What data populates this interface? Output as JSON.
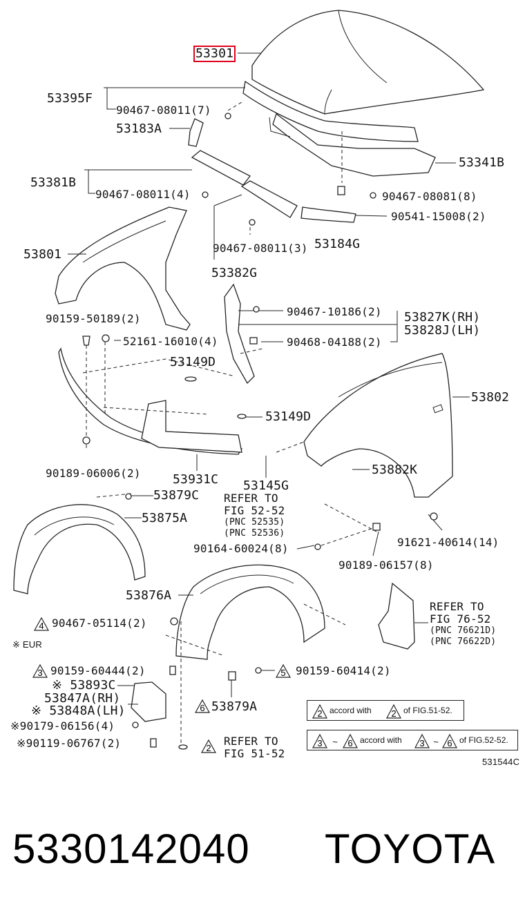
{
  "diagram_code": "531544C",
  "footer": {
    "part_number": "5330142040",
    "brand": "TOYOTA"
  },
  "note_eur": "※ EUR",
  "labels": {
    "p53301": "53301",
    "p53395F": "53395F",
    "p90467_08011_7": "90467-08011(7)",
    "p53183A": "53183A",
    "p53341B": "53341B",
    "p53381B": "53381B",
    "p90467_08011_4": "90467-08011(4)",
    "p90467_08081_8": "90467-08081(8)",
    "p90541_15008_2": "90541-15008(2)",
    "p53801": "53801",
    "p90467_08011_3": "90467-08011(3)",
    "p53184G": "53184G",
    "p53382G": "53382G",
    "p90467_10186_2": "90467-10186(2)",
    "p53827K": "53827K(RH)",
    "p53828J": "53828J(LH)",
    "p90468_04188_2": "90468-04188(2)",
    "p90159_50189_2": "90159-50189(2)",
    "p52161_16010_4": "52161-16010(4)",
    "p53149D_a": "53149D",
    "p53802": "53802",
    "p53149D_b": "53149D",
    "p90189_06006_2": "90189-06006(2)",
    "p53931C": "53931C",
    "p53145G": "53145G",
    "p53882K": "53882K",
    "p53879C": "53879C",
    "p53875A": "53875A",
    "refer_52_52": "REFER TO\nFIG 52-52",
    "pnc_52535": "(PNC 52535)",
    "pnc_52536": "(PNC 52536)",
    "p90164_60024_8": "90164-60024(8)",
    "p91621_40614_14": "91621-40614(14)",
    "p90189_06157_8": "90189-06157(8)",
    "p53876A": "53876A",
    "refer_76_52": "REFER TO\nFIG 76-52",
    "pnc_76621D": "(PNC 76621D)",
    "pnc_76622D": "(PNC 76622D)",
    "p90467_05114_2": "90467-05114(2)",
    "p90159_60444_2": "90159-60444(2)",
    "p90159_60414_2": "90159-60414(2)",
    "p53893C": "※ 53893C",
    "p53847A": "53847A(RH)",
    "p53848A": "※ 53848A(LH)",
    "p53879A": "53879A",
    "p90179_06156_4": "※90179-06156(4)",
    "p90119_06767_2": "※90119-06767(2)",
    "refer_51_52": "REFER TO\nFIG 51-52"
  },
  "triangle_marks": {
    "t4": "4",
    "t3": "3",
    "t6": "6",
    "t5": "5",
    "t2": "2"
  },
  "legend": {
    "row1": {
      "mark": "2",
      "text_a": "accord with",
      "mark_b": "2",
      "text_b": "of FIG.51-52."
    },
    "row2": {
      "mark_a": "3",
      "tilde": "~",
      "mark_b": "6",
      "text_a": "accord with",
      "mark_c": "3",
      "mark_d": "6",
      "text_b": "of FIG.52-52."
    }
  },
  "colors": {
    "highlight": "#e0001b",
    "line": "#222222"
  }
}
